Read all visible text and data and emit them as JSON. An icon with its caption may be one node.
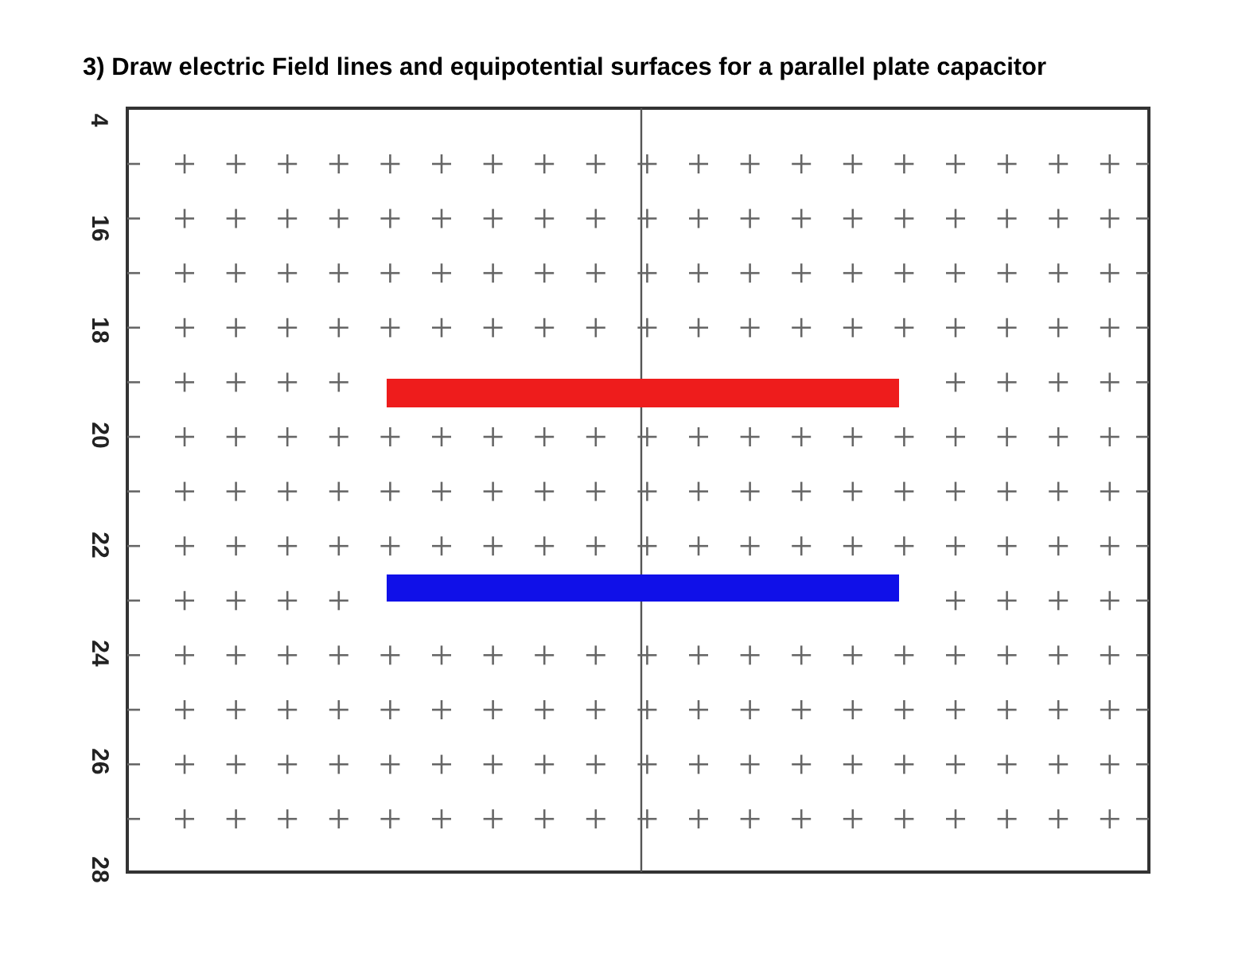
{
  "diagram": {
    "title": "3) Draw electric Field lines and equipotential surfaces for a parallel plate capacitor",
    "nodes": [
      {
        "text": [],
        "shape": "bar"
      },
      {
        "text": [],
        "shape": "bar"
      }
    ],
    "labels": [
      "4",
      "16",
      "18",
      "20",
      "22",
      "24",
      "26",
      "28"
    ]
  }
}
